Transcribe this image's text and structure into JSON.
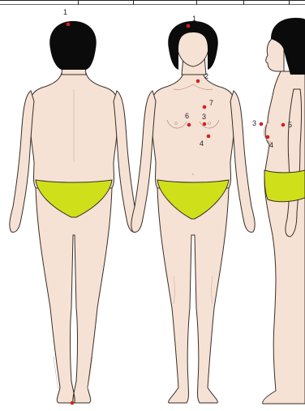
{
  "figures": [
    {
      "id": "back",
      "markers": [
        {
          "label": "1",
          "dot_color": "#d42020"
        },
        {
          "label": "",
          "dot_color": "#d42020"
        }
      ]
    },
    {
      "id": "front",
      "markers": [
        {
          "label": "1",
          "dot_color": "#d42020"
        },
        {
          "label": "2",
          "dot_color": "#d42020"
        },
        {
          "label": "7",
          "dot_color": "#d42020"
        },
        {
          "label": "3",
          "dot_color": "#d42020"
        },
        {
          "label": "6",
          "dot_color": "#d42020"
        },
        {
          "label": "4",
          "dot_color": "#d42020"
        }
      ]
    },
    {
      "id": "side",
      "markers": [
        {
          "label": "3",
          "dot_color": "#d42020"
        },
        {
          "label": "5",
          "dot_color": "#d42020"
        },
        {
          "label": "4",
          "dot_color": "#d42020"
        }
      ]
    }
  ],
  "colors": {
    "skin": "#f6e2d4",
    "outline": "#3a2e28",
    "hair": "#0b0b0b",
    "underwear": "#cfe01a",
    "marker": "#d42020"
  }
}
